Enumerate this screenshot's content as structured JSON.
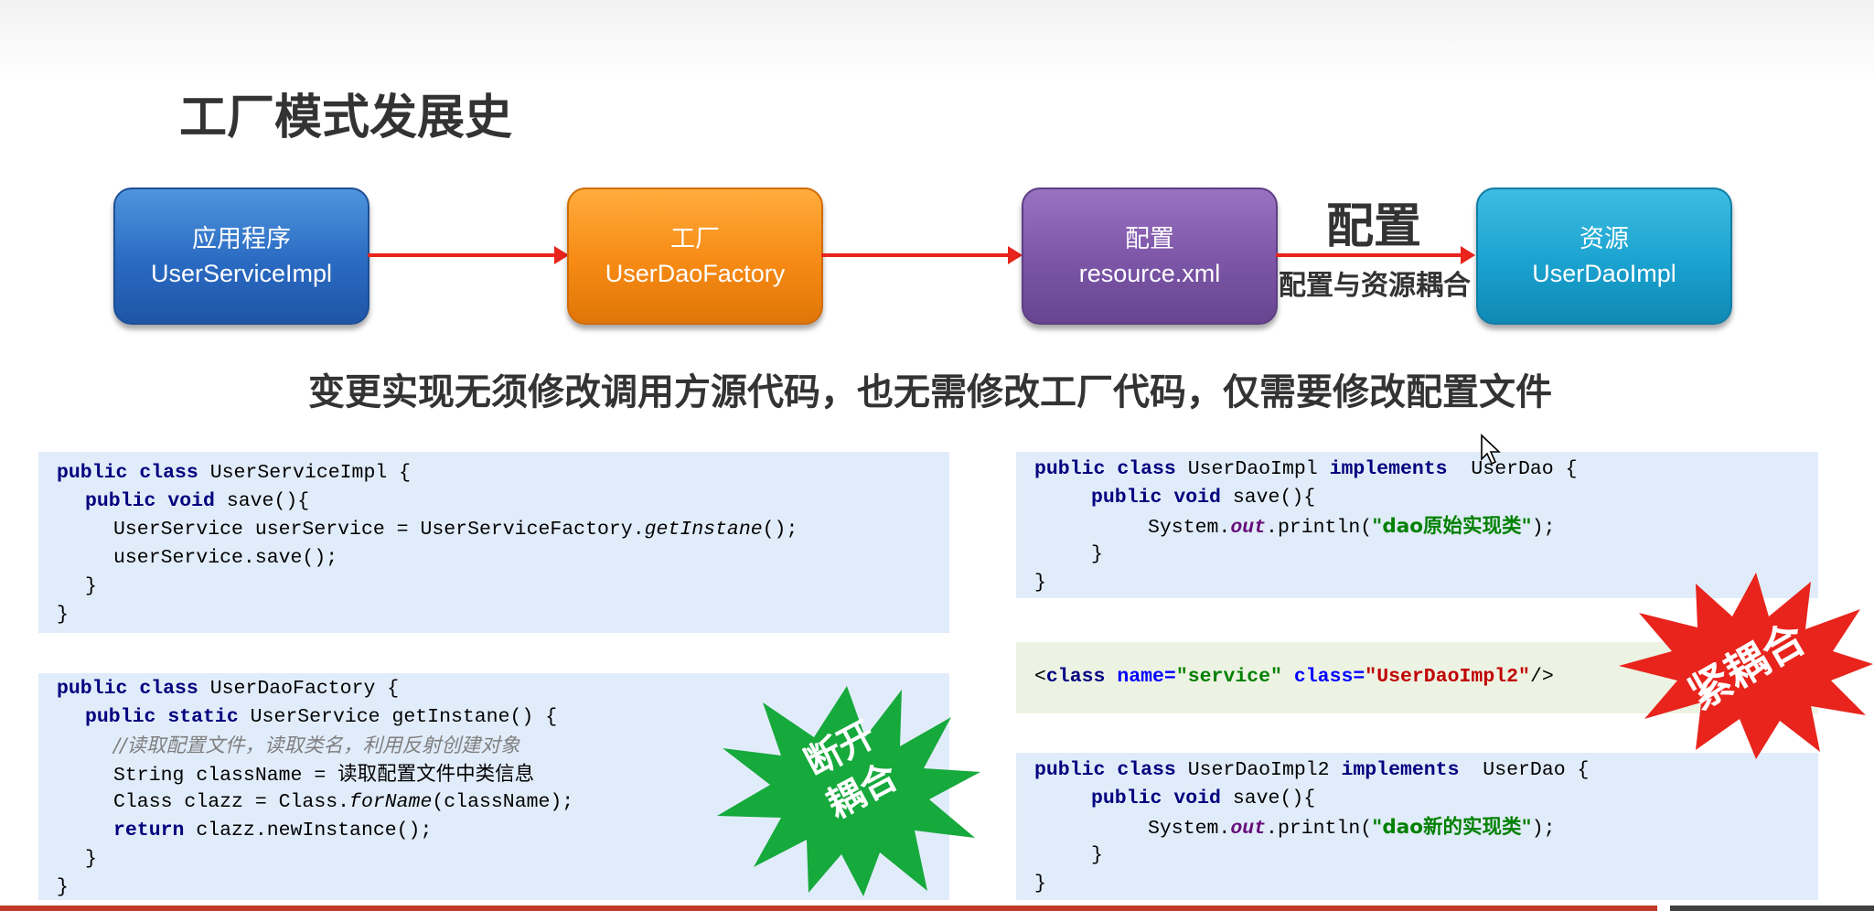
{
  "slide": {
    "title": "工厂模式发展史",
    "summary": "变更实现无须修改调用方源代码，也无需修改工厂代码，仅需要修改配置文件",
    "config_label": "配置",
    "coupling_label": "配置与资源耦合"
  },
  "flow": [
    {
      "line1": "应用程序",
      "line2": "UserServiceImpl",
      "color": "#2a6ac2"
    },
    {
      "line1": "工厂",
      "line2": "UserDaoFactory",
      "color": "#f68a14"
    },
    {
      "line1": "配置",
      "line2": "resource.xml",
      "color": "#7c55a7"
    },
    {
      "line1": "资源",
      "line2": "UserDaoImpl",
      "color": "#1aa2cf"
    }
  ],
  "code_service": {
    "l1_kw": "public class",
    "l1_rest": " UserServiceImpl {",
    "l2_kw": "public void",
    "l2_rest": " save(){",
    "l3_a": "UserService userService = UserServiceFactory.",
    "l3_it": "getInstane",
    "l3_b": "();",
    "l4": "userService.save();",
    "l5": "}",
    "l6": "}"
  },
  "code_factory": {
    "l1_kw": "public class",
    "l1_rest": " UserDaoFactory {",
    "l2_kw": "public static",
    "l2_rest": " UserService getInstane() {",
    "l3": "//读取配置文件，读取类名，利用反射创建对象",
    "l4_a": "String className = ",
    "l4_zh": "读取配置文件中类信息",
    "l5_a": "Class clazz = Class.",
    "l5_it": "forName",
    "l5_b": "(className);",
    "l6_kw": "return",
    "l6_rest": " clazz.newInstance();",
    "l7": "}",
    "l8": "}"
  },
  "code_dao": {
    "l1_kw1": "public class",
    "l1_mid": " UserDaoImpl ",
    "l1_kw2": "implements",
    "l1_rest": "  UserDao {",
    "l2_kw": "public void",
    "l2_rest": " save(){",
    "l3_a": "System.",
    "l3_field": "out",
    "l3_b": ".println(",
    "l3_str": "\"dao原始实现类\"",
    "l3_c": ");",
    "l4": "}",
    "l5": "}"
  },
  "code_xml": {
    "lt": "<",
    "tag": "class",
    "attr1": " name=",
    "val1": "\"service\"",
    "attr2": " class=",
    "val2": "\"UserDaoImpl2\"",
    "end": "/>"
  },
  "code_dao2": {
    "l1_kw1": "public class",
    "l1_mid": " UserDaoImpl2 ",
    "l1_kw2": "implements",
    "l1_rest": "  UserDao {",
    "l2_kw": "public void",
    "l2_rest": " save(){",
    "l3_a": "System.",
    "l3_field": "out",
    "l3_b": ".println(",
    "l3_str": "\"dao新的实现类\"",
    "l3_c": ");",
    "l4": "}",
    "l5": "}"
  },
  "badges": {
    "decouple_line1": "断开",
    "decouple_line2": "耦合",
    "decouple_color": "#16a93c",
    "tight": "紧耦合",
    "tight_color": "#e8241c"
  }
}
